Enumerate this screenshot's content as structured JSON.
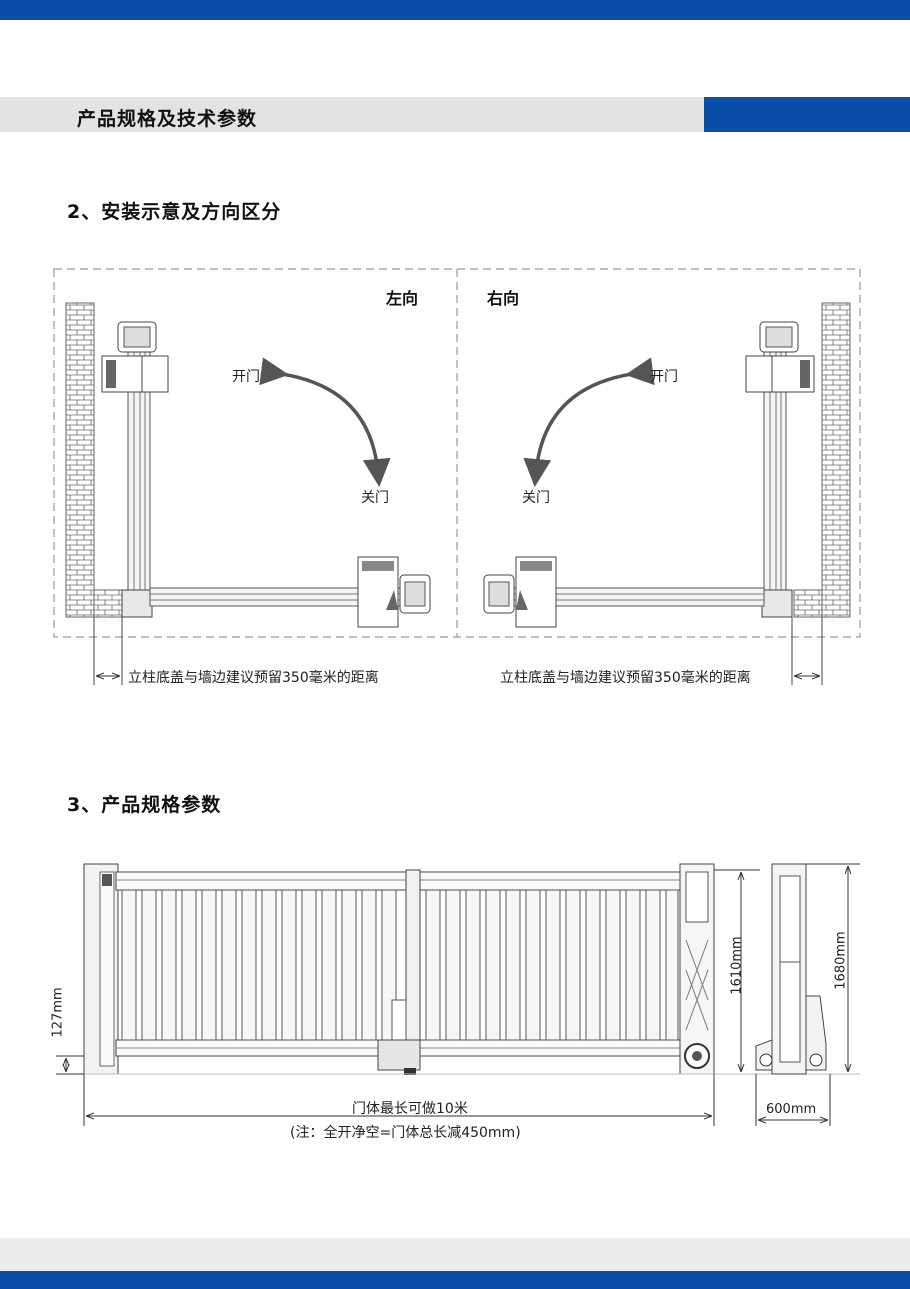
{
  "header": {
    "title": "产品规格及技术参数"
  },
  "section2": {
    "title": "2、安装示意及方向区分",
    "left_label": "左向",
    "right_label": "右向",
    "open_label": "开门",
    "close_label": "关门",
    "note": "立柱底盖与墙边建议预留350毫米的距离"
  },
  "section3": {
    "title": "3、产品规格参数",
    "dim_127": "127mm",
    "dim_1610": "1610mm",
    "dim_1680": "1680mm",
    "dim_600": "600mm",
    "max_length": "门体最长可做10米",
    "footnote": "(注：全开净空=门体总长减450mm)"
  },
  "colors": {
    "brand_blue": "#0a4ea8",
    "band_gray": "#e3e3e3"
  }
}
